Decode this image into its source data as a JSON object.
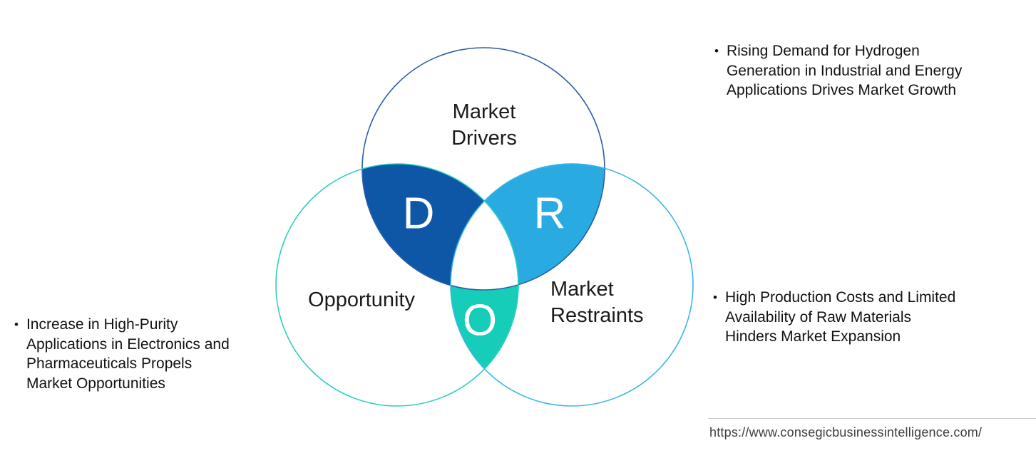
{
  "venn": {
    "drivers": {
      "label_lines": [
        "Market",
        "Drivers"
      ],
      "letter": "D"
    },
    "opportunity": {
      "label": "Opportunity",
      "letter": "O"
    },
    "restraints": {
      "label_lines": [
        "Market",
        "Restraints"
      ],
      "letter": "R"
    }
  },
  "colors": {
    "drivers_fill": "#0E57A6",
    "drivers_stroke": "#2A5DA8",
    "restraints_fill": "#29ABE2",
    "restraints_stroke": "#3BB6E9",
    "opportunity_fill": "#16CDB9",
    "opportunity_stroke": "#2BCFBD",
    "letter_color": "#FFFFFF",
    "center_fill": "#FFFFFF"
  },
  "bullets": {
    "right_top": {
      "lines": [
        "Rising Demand for Hydrogen",
        "Generation in Industrial and Energy",
        "Applications Drives Market Growth"
      ]
    },
    "right_bottom": {
      "lines": [
        "High Production Costs and Limited",
        "Availability of Raw Materials",
        "Hinders Market Expansion"
      ]
    },
    "left": {
      "lines": [
        "Increase in High-Purity",
        "Applications in Electronics and",
        "Pharmaceuticals Propels",
        "Market Opportunities"
      ]
    }
  },
  "footer": {
    "url": "https://www.consegicbusinessintelligence.com/"
  }
}
